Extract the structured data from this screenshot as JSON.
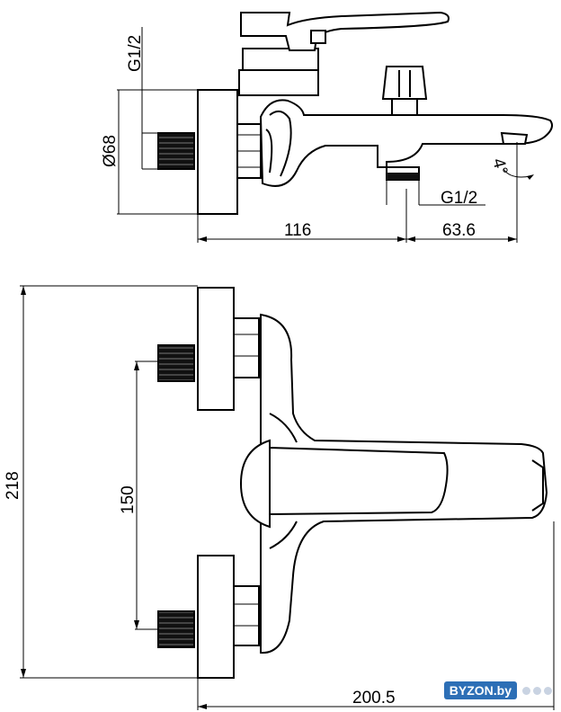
{
  "labels": {
    "thread_top": "G1/2",
    "diameter": "Ø68",
    "thread_bottom": "G1/2",
    "dim_116": "116",
    "dim_63_6": "63.6",
    "angle": "4°",
    "dim_218": "218",
    "dim_150": "150",
    "dim_200_5": "200.5"
  },
  "watermark": {
    "text": "BYZON.by"
  }
}
